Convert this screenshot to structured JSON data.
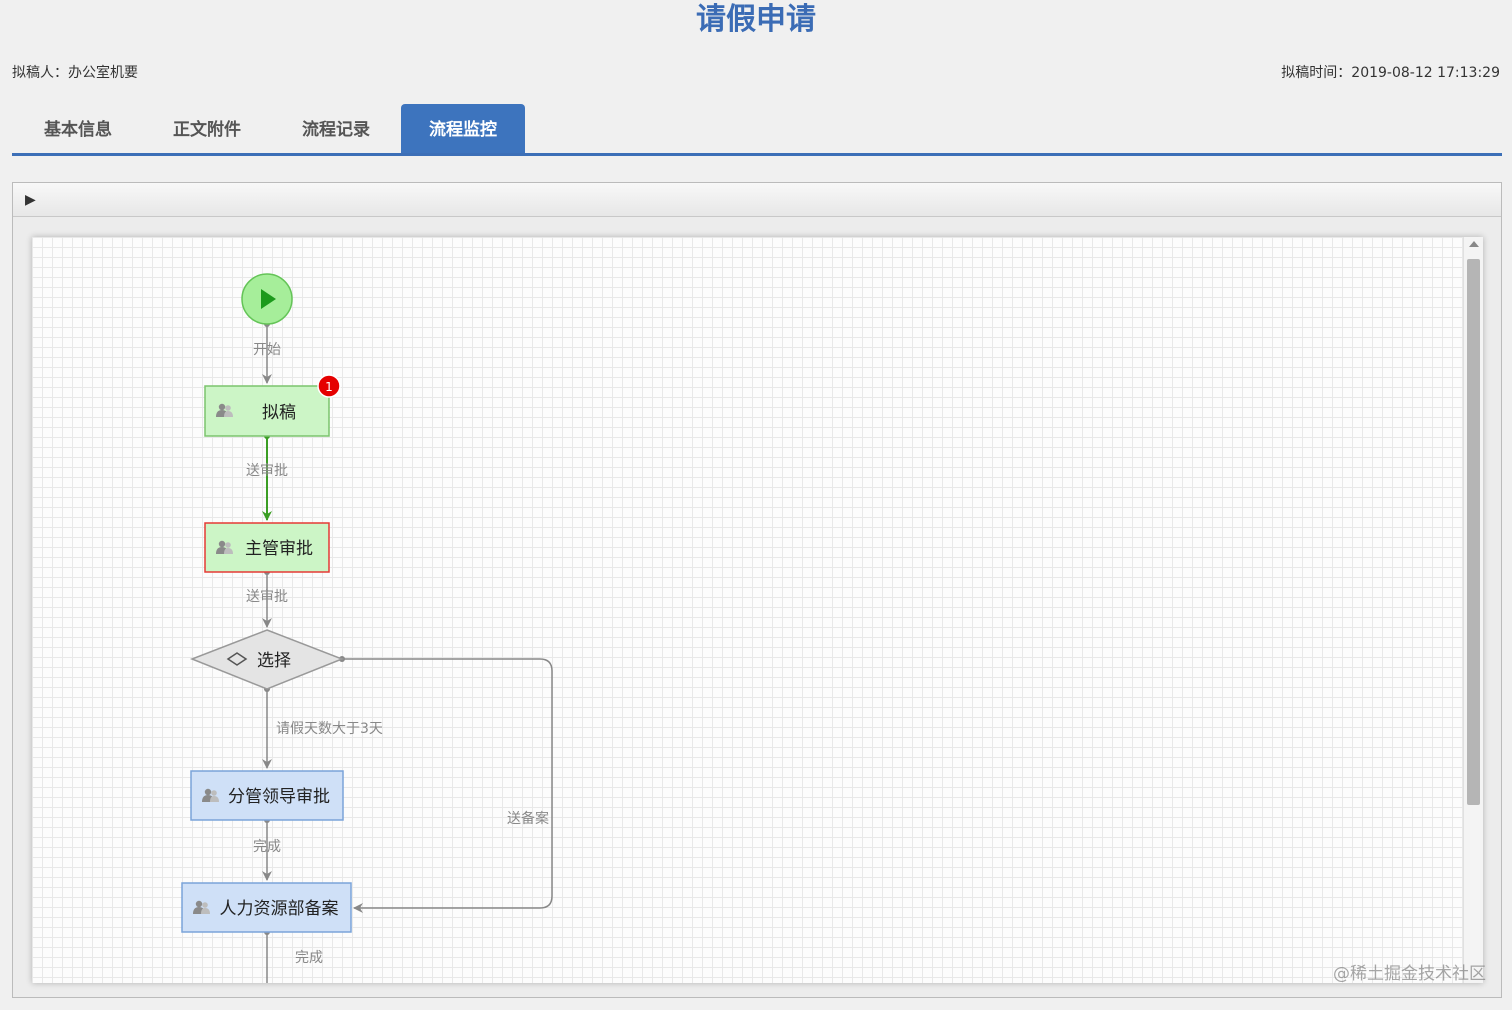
{
  "title": "请假申请",
  "meta": {
    "drafter": "拟稿人：办公室机要",
    "draft_time": "拟稿时间：2019-08-12 17:13:29"
  },
  "tabs": [
    {
      "label": "基本信息",
      "active": false
    },
    {
      "label": "正文附件",
      "active": false
    },
    {
      "label": "流程记录",
      "active": false
    },
    {
      "label": "流程监控",
      "active": true
    }
  ],
  "toolbar": {
    "play_icon": "play-icon"
  },
  "flow": {
    "start_label": "开始",
    "nodes": {
      "draft": "拟稿",
      "manager_approve": "主管审批",
      "choice": "选择",
      "leader_approve": "分管领导审批",
      "hr_record": "人力资源部备案"
    },
    "badge_count": "1",
    "edges": {
      "send_approve_1": "送审批",
      "send_approve_2": "送审批",
      "leave_gt_3": "请假天数大于3天",
      "send_record": "送备案",
      "done_1": "完成",
      "done_2": "完成"
    }
  },
  "watermark": "@稀土掘金技术社区",
  "colors": {
    "accent": "#3d74be",
    "current_node_border": "#e53935",
    "done_node_fill": "#ccf5c6",
    "pending_node_fill": "#cfe0f7",
    "active_edge": "#3a9d23"
  }
}
